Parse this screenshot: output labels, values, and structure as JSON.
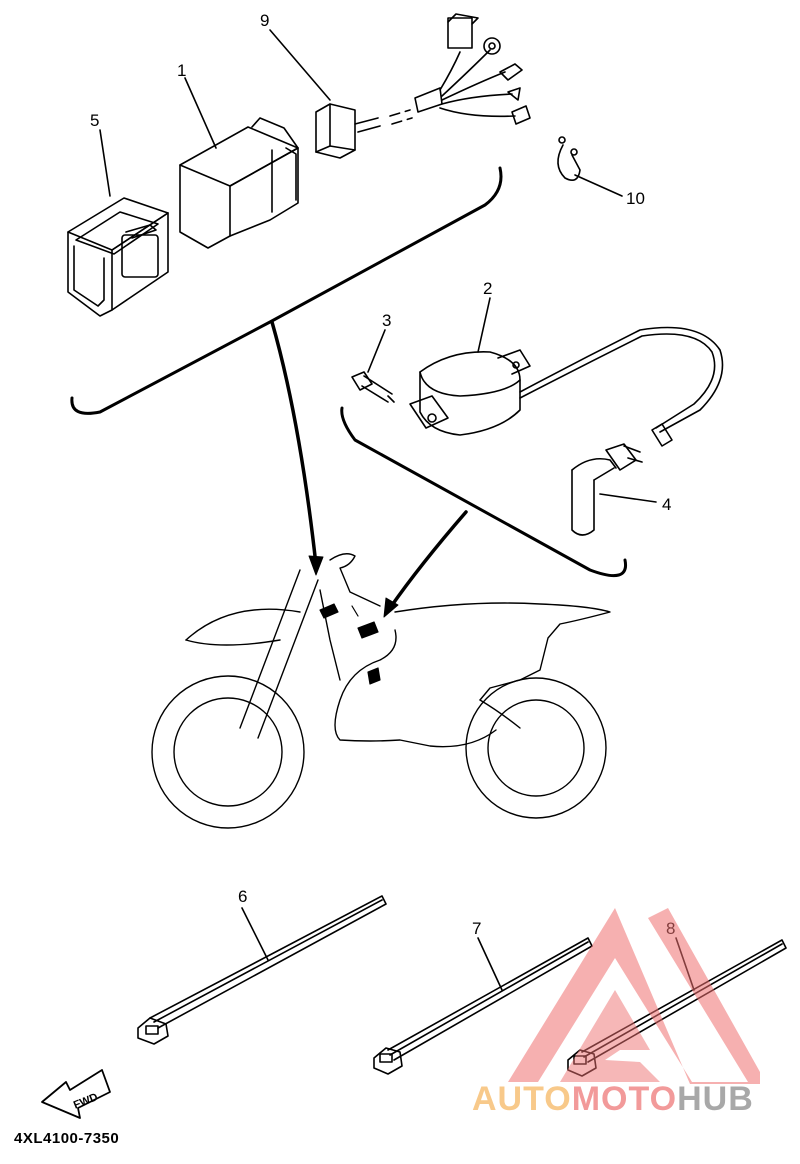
{
  "diagram": {
    "code": "4XL4100-7350",
    "fwd_label": "FWD",
    "labels": {
      "p1": "1",
      "p2": "2",
      "p3": "3",
      "p4": "4",
      "p5": "5",
      "p6": "6",
      "p7": "7",
      "p8": "8",
      "p9": "9",
      "p10": "10"
    }
  },
  "watermark": {
    "brand_part1": "AUTO",
    "brand_part2": "MOTO",
    "brand_part3": "HUB",
    "colors": {
      "auto": "#f8c98a",
      "moto": "#f29a9a",
      "hub": "#a8a8a8",
      "logo": "#ee6f6f"
    }
  }
}
